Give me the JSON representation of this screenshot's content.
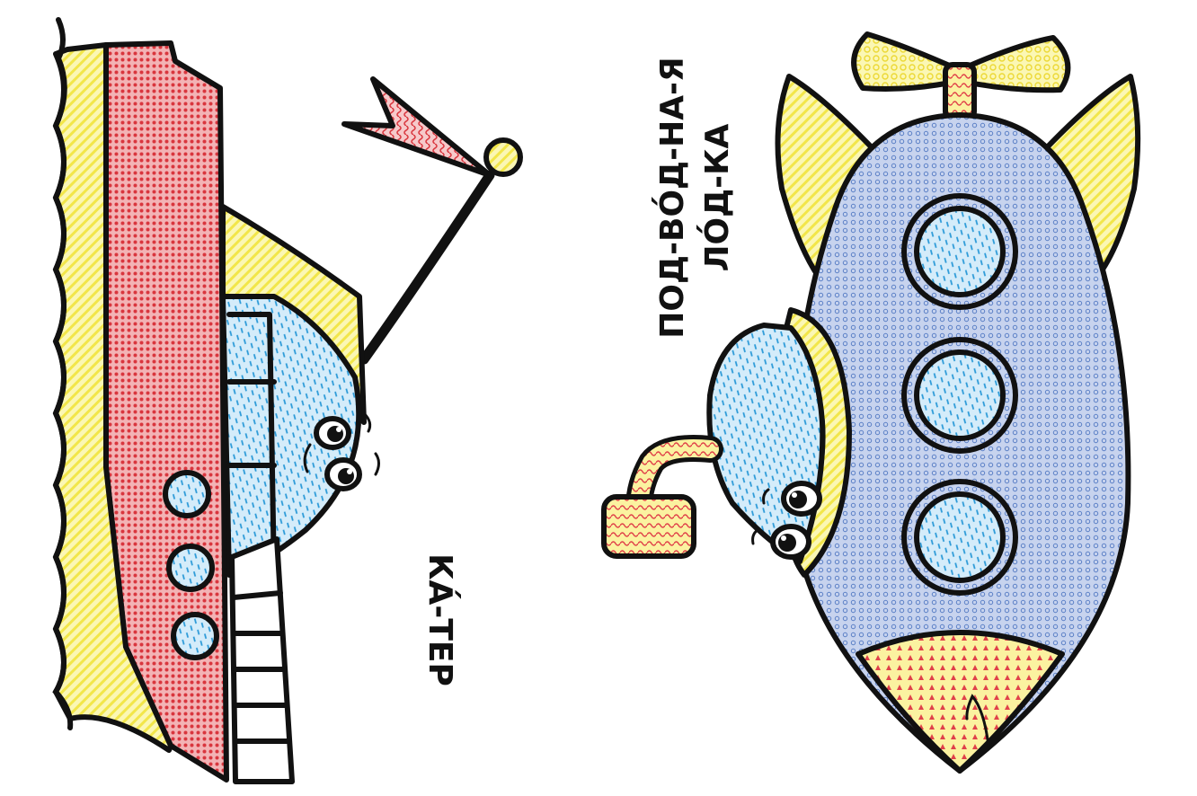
{
  "labels": {
    "boat": "КА́-ТЕР",
    "submarine_line1": "ПОД-ВО́Д-НА-Я",
    "submarine_line2": "ЛО́Д-КА"
  },
  "colors": {
    "outline": "#111111",
    "yellow": "#f7ee6e",
    "red": "#e8757a",
    "blue": "#8ec5ea",
    "sub_body": "#a8bde4",
    "white": "#ffffff"
  }
}
